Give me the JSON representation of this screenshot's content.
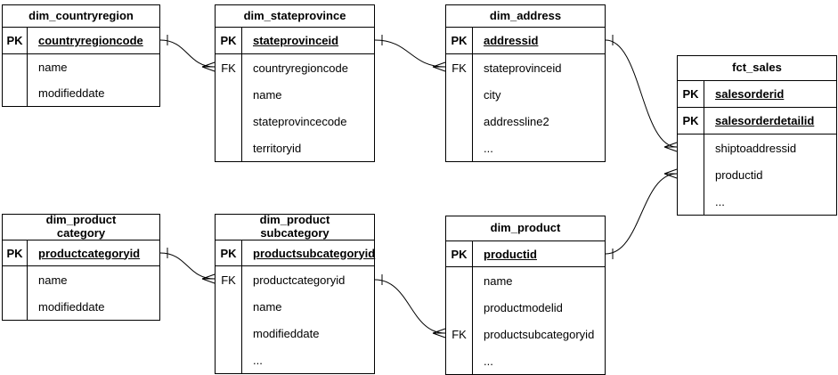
{
  "colors": {
    "background": "#ffffff",
    "line": "#000000",
    "text": "#000000"
  },
  "entities": [
    {
      "title": "dim_countryregion",
      "fields": [
        {
          "key": "PK",
          "name": "countryregioncode"
        },
        {
          "key": "",
          "name": "name"
        },
        {
          "key": "",
          "name": "modifieddate"
        }
      ]
    },
    {
      "title": "dim_stateprovince",
      "fields": [
        {
          "key": "PK",
          "name": "stateprovinceid"
        },
        {
          "key": "FK",
          "name": "countryregioncode"
        },
        {
          "key": "",
          "name": "name"
        },
        {
          "key": "",
          "name": "stateprovincecode"
        },
        {
          "key": "",
          "name": "territoryid"
        }
      ]
    },
    {
      "title": "dim_address",
      "fields": [
        {
          "key": "PK",
          "name": "addressid"
        },
        {
          "key": "FK",
          "name": "stateprovinceid"
        },
        {
          "key": "",
          "name": "city"
        },
        {
          "key": "",
          "name": "addressline2"
        },
        {
          "key": "",
          "name": "..."
        }
      ]
    },
    {
      "title": "fct_sales",
      "fields": [
        {
          "key": "PK",
          "name": "salesorderid"
        },
        {
          "key": "PK",
          "name": "salesorderdetailid"
        },
        {
          "key": "",
          "name": "shiptoaddressid"
        },
        {
          "key": "",
          "name": "productid"
        },
        {
          "key": "",
          "name": "..."
        }
      ]
    },
    {
      "title": "dim_product\ncategory",
      "fields": [
        {
          "key": "PK",
          "name": "productcategoryid"
        },
        {
          "key": "",
          "name": "name"
        },
        {
          "key": "",
          "name": "modifieddate"
        }
      ]
    },
    {
      "title": "dim_product\nsubcategory",
      "fields": [
        {
          "key": "PK",
          "name": "productsubcategoryid"
        },
        {
          "key": "FK",
          "name": "productcategoryid"
        },
        {
          "key": "",
          "name": "name"
        },
        {
          "key": "",
          "name": "modifieddate"
        },
        {
          "key": "",
          "name": "..."
        }
      ]
    },
    {
      "title": "dim_product",
      "fields": [
        {
          "key": "PK",
          "name": "productid"
        },
        {
          "key": "",
          "name": "name"
        },
        {
          "key": "",
          "name": "productmodelid"
        },
        {
          "key": "FK",
          "name": "productsubcategoryid"
        },
        {
          "key": "",
          "name": "..."
        }
      ]
    }
  ],
  "relationships": [
    {
      "from": "dim_countryregion.countryregioncode",
      "to": "dim_stateprovince.countryregioncode",
      "from_cardinality": "one",
      "to_cardinality": "many"
    },
    {
      "from": "dim_stateprovince.stateprovinceid",
      "to": "dim_address.stateprovinceid",
      "from_cardinality": "one",
      "to_cardinality": "many"
    },
    {
      "from": "dim_address.addressid",
      "to": "fct_sales.shiptoaddressid",
      "from_cardinality": "one",
      "to_cardinality": "many"
    },
    {
      "from": "dim_product.productid",
      "to": "fct_sales.productid",
      "from_cardinality": "one",
      "to_cardinality": "many"
    },
    {
      "from": "dim_productcategory.productcategoryid",
      "to": "dim_productsubcategory.productcategoryid",
      "from_cardinality": "one",
      "to_cardinality": "many"
    },
    {
      "from": "dim_productsubcategory.productsubcategoryid",
      "to": "dim_product.productsubcategoryid",
      "from_cardinality": "one",
      "to_cardinality": "many"
    }
  ]
}
